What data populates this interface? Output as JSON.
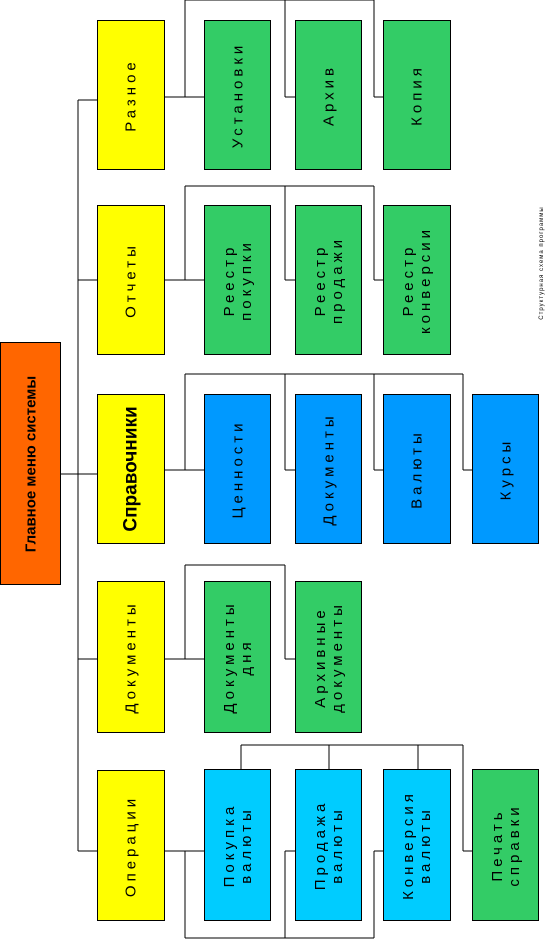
{
  "main": {
    "label": "Главное меню системы",
    "color": "#FF6600"
  },
  "caption": "Структурная схема программы",
  "colors": {
    "yellow": "#FFFF00",
    "green": "#33CC66",
    "blue": "#0099FF",
    "cyan": "#00CCFF",
    "orange": "#FF6600"
  },
  "groups": [
    {
      "label": "Разное",
      "children": [
        "Установки",
        "Архив",
        "Копия"
      ]
    },
    {
      "label": "Отчеты",
      "children": [
        "Реестр\nпокупки",
        "Реестр\nпродажи",
        "Реестр\nконверсии"
      ]
    },
    {
      "label": "Справочники",
      "children": [
        "Ценности",
        "Документы",
        "Валюты",
        "Курсы"
      ]
    },
    {
      "label": "Документы",
      "children": [
        "Документы\nдня",
        "Архивные\nдокументы"
      ]
    },
    {
      "label": "Операции",
      "children": [
        "Покупка\nвалюты",
        "Продажа\nвалюты",
        "Конверсия\nвалюты",
        "Печать\nсправки"
      ]
    }
  ]
}
